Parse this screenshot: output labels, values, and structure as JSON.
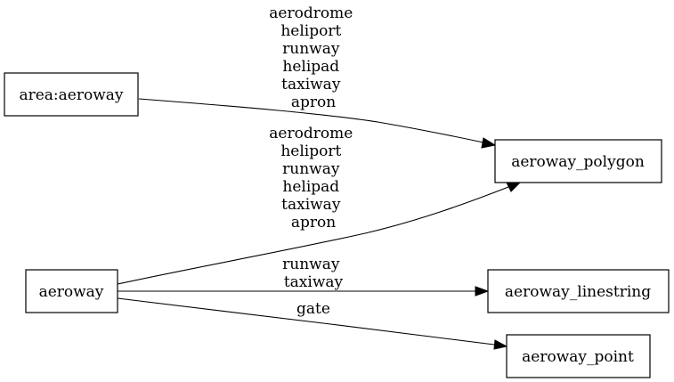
{
  "nodes": {
    "area_aeroway": "area:aeroway",
    "aeroway": "aeroway",
    "aeroway_polygon": "aeroway_polygon",
    "aeroway_linestring": "aeroway_linestring",
    "aeroway_point": "aeroway_point"
  },
  "edges": {
    "area_to_polygon": [
      "aerodrome",
      "heliport",
      "runway",
      "helipad",
      "taxiway",
      "apron"
    ],
    "aeroway_to_polygon": [
      "aerodrome",
      "heliport",
      "runway",
      "helipad",
      "taxiway",
      "apron"
    ],
    "aeroway_to_linestring": [
      "runway",
      "taxiway"
    ],
    "aeroway_to_point": [
      "gate"
    ]
  }
}
